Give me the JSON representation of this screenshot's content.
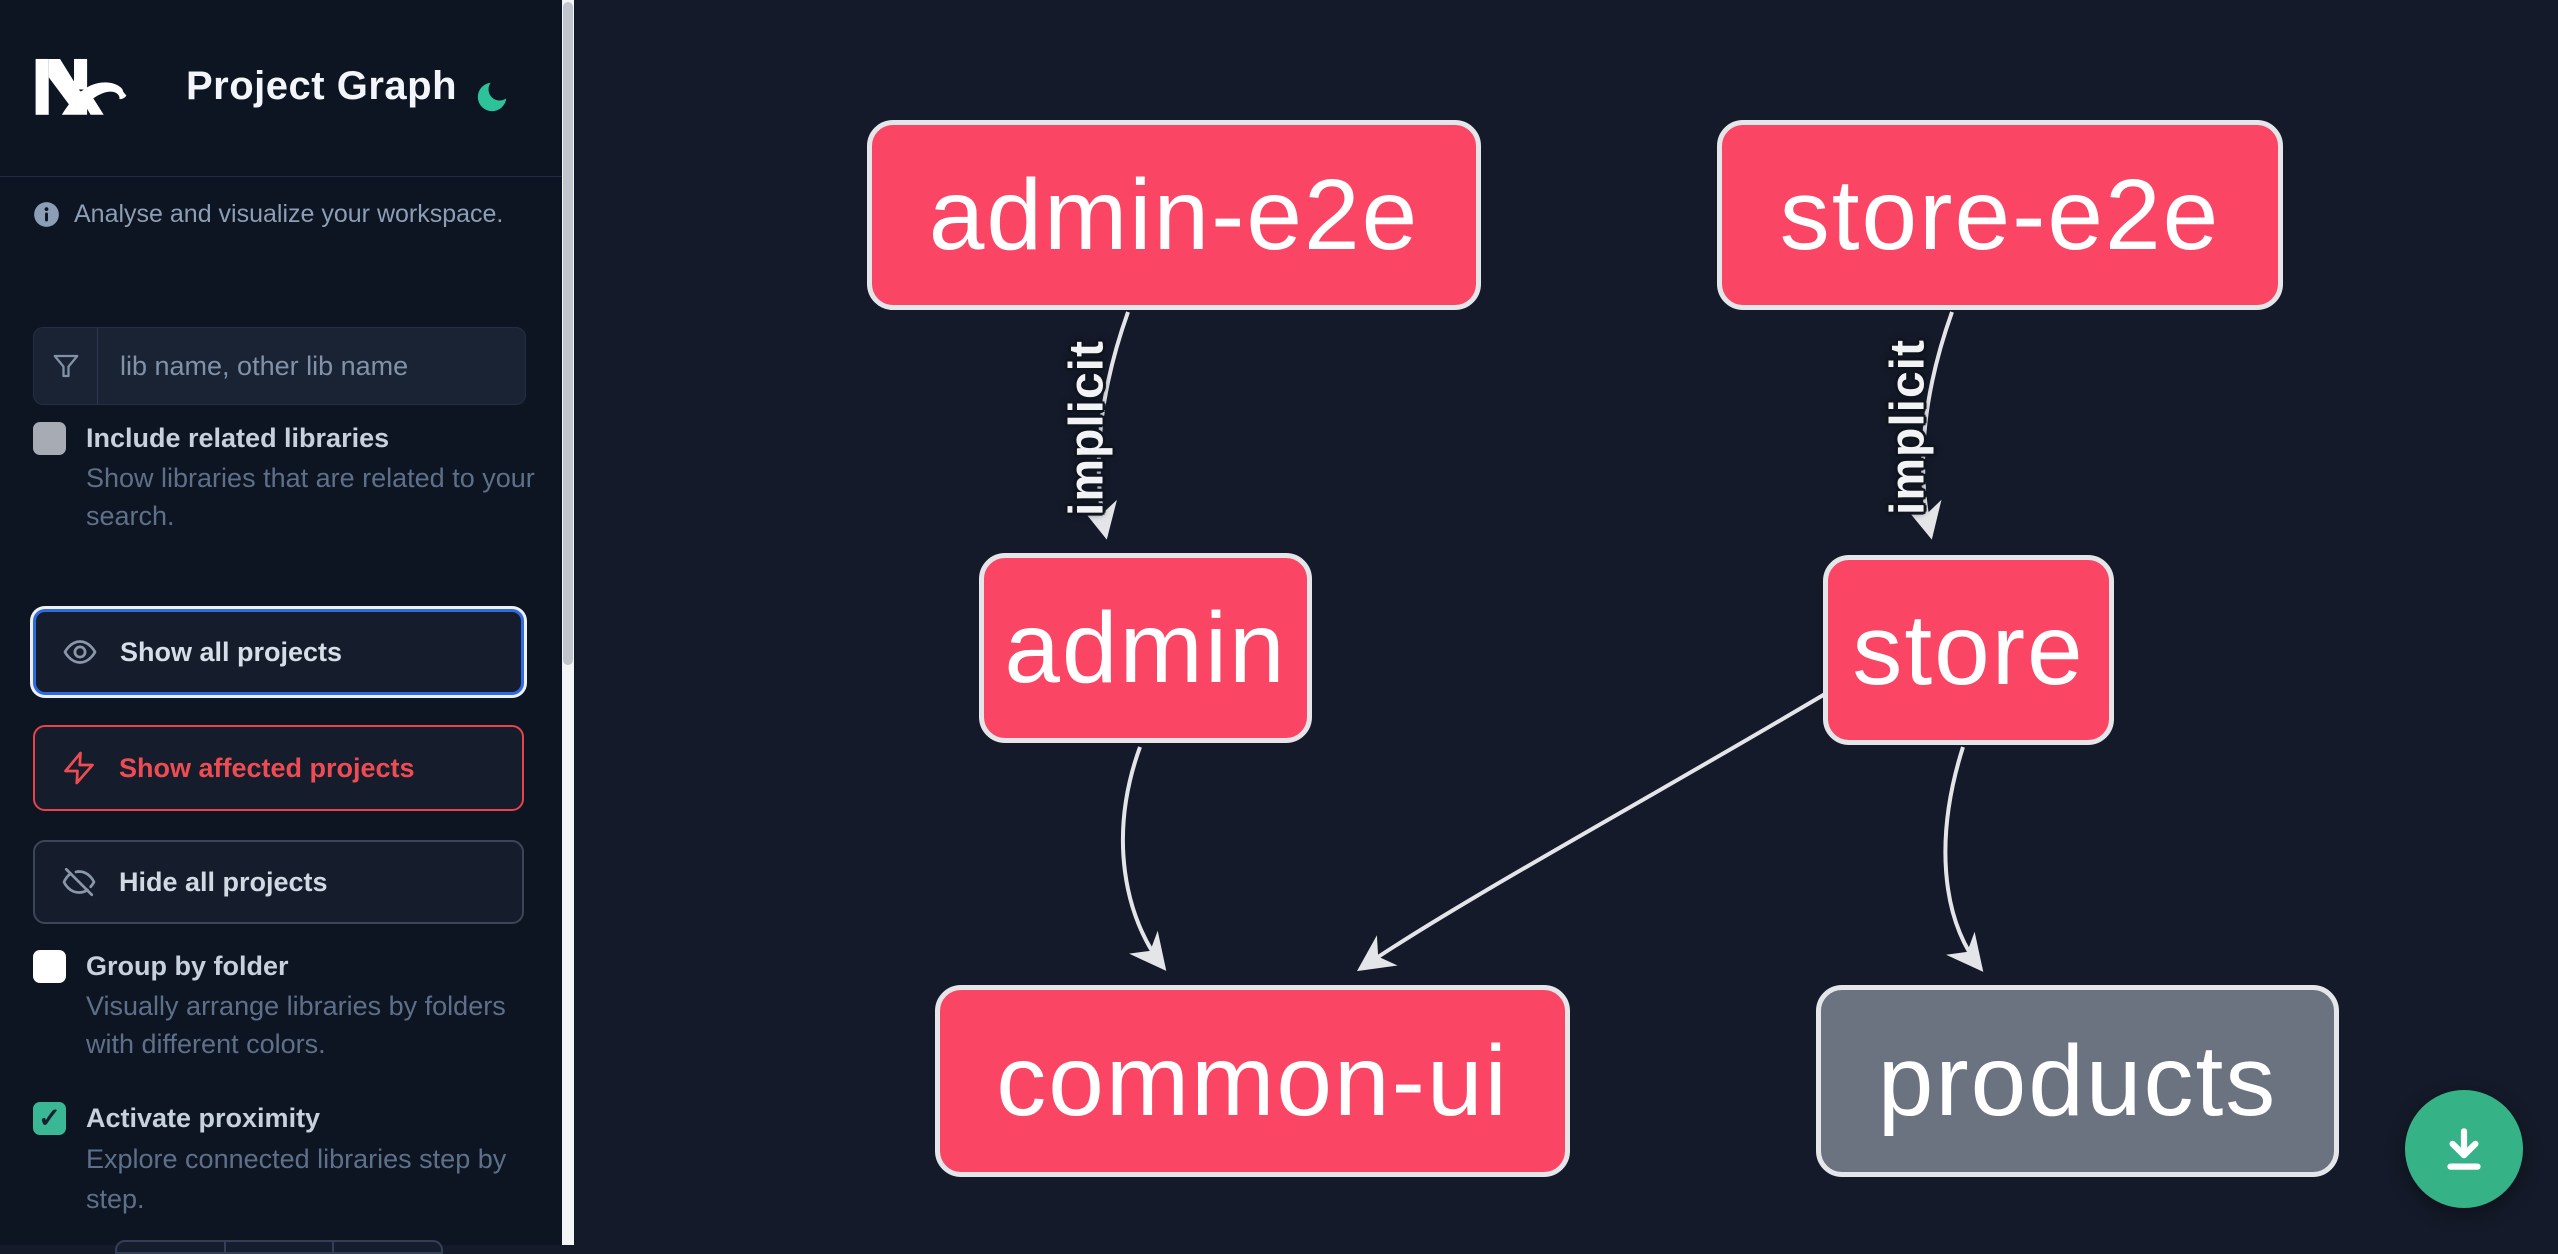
{
  "header": {
    "title": "Project Graph",
    "logo_alt": "Nx",
    "theme_icon": "moon-icon"
  },
  "sidebar": {
    "tagline": "Analyse and visualize your workspace.",
    "search": {
      "placeholder": "lib name, other lib name"
    },
    "toggles": [
      {
        "label": "Include related libraries",
        "description": "Show libraries that are related to your search.",
        "checked": false
      },
      {
        "label": "Group by folder",
        "description": "Visually arrange libraries by folders with different colors.",
        "checked": false
      },
      {
        "label": "Activate proximity",
        "description": "Explore connected libraries step by step.",
        "checked": true
      }
    ],
    "actions": [
      {
        "label": "Show all projects",
        "icon": "eye-icon",
        "state": "focused"
      },
      {
        "label": "Show affected projects",
        "icon": "bolt-icon",
        "state": "default"
      },
      {
        "label": "Hide all projects",
        "icon": "eye-slash-icon",
        "state": "default"
      }
    ]
  },
  "icons": {
    "check": "✓"
  },
  "graph": {
    "nodes": [
      {
        "label": "admin-e2e",
        "color": "#fa4564"
      },
      {
        "label": "store-e2e",
        "color": "#fa4564"
      },
      {
        "label": "admin",
        "color": "#fa4564"
      },
      {
        "label": "store",
        "color": "#fa4564"
      },
      {
        "label": "common-ui",
        "color": "#fa4564"
      },
      {
        "label": "products",
        "color": "#6b7280"
      }
    ],
    "edges": [
      {
        "from": "admin-e2e",
        "to": "admin",
        "label": "implicit"
      },
      {
        "from": "store-e2e",
        "to": "store",
        "label": "implicit"
      },
      {
        "from": "admin",
        "to": "common-ui",
        "label": ""
      },
      {
        "from": "store",
        "to": "common-ui",
        "label": ""
      },
      {
        "from": "store",
        "to": "products",
        "label": ""
      }
    ]
  },
  "colors": {
    "accent_pink": "#fa4564",
    "muted_node_gray": "#6b7280",
    "focus_blue": "#2f6ae2",
    "affected_red": "#e8434b",
    "brand_green": "#36b287",
    "sidebar_bg": "#0d1422",
    "canvas_bg": "#141a29"
  }
}
